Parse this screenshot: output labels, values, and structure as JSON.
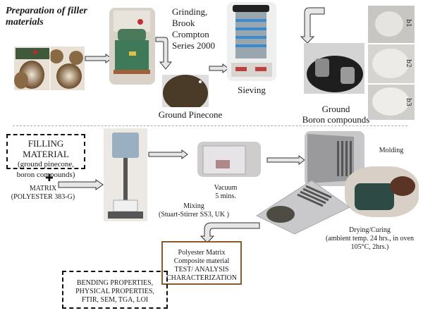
{
  "title": "Preparation of filler materials",
  "steps": {
    "grinding": "Grinding, Brook Crompton Series 2000",
    "grinding_lines": [
      "Grinding,",
      "Brook",
      "Crompton",
      "Series 2000"
    ],
    "ground_pinecone": "Ground Pinecone",
    "sieving": "Sieving",
    "ground_boron_lines": [
      "Ground",
      "Boron compounds"
    ],
    "sample_labels": [
      "b1",
      "b2",
      "b3"
    ],
    "filling_material_lines": [
      "FILLING MATERIAL",
      "(ground pinecone,",
      "boron compounds)"
    ],
    "plus_symbol": "✚",
    "matrix_lines": [
      "MATRIX",
      "(POLYESTER 383-G)"
    ],
    "mixing_lines": [
      "Mixing",
      "(Stuart-Stirrer SS3, UK )"
    ],
    "vacuum_lines": [
      "Vacuum",
      "5 mins."
    ],
    "molding": "Molding",
    "drying_lines": [
      "Drying/Curing",
      "(ambient temp. 24 hrs., in oven",
      "105°C, 2hrs.)"
    ],
    "composite_lines": [
      "Polyester Matrix",
      "Composite material",
      "TEST/ ANALYSIS",
      "CHARACTERIZATION"
    ],
    "tests_lines": [
      "BENDING PROPERTIES,",
      "PHYSICAL PROPERTIES,",
      "FTIR, SEM, TGA, LOI"
    ]
  },
  "colors": {
    "composite_border": "#8a5a2b",
    "arrow_fill": "#e6e6e6",
    "arrow_stroke": "#333333"
  }
}
